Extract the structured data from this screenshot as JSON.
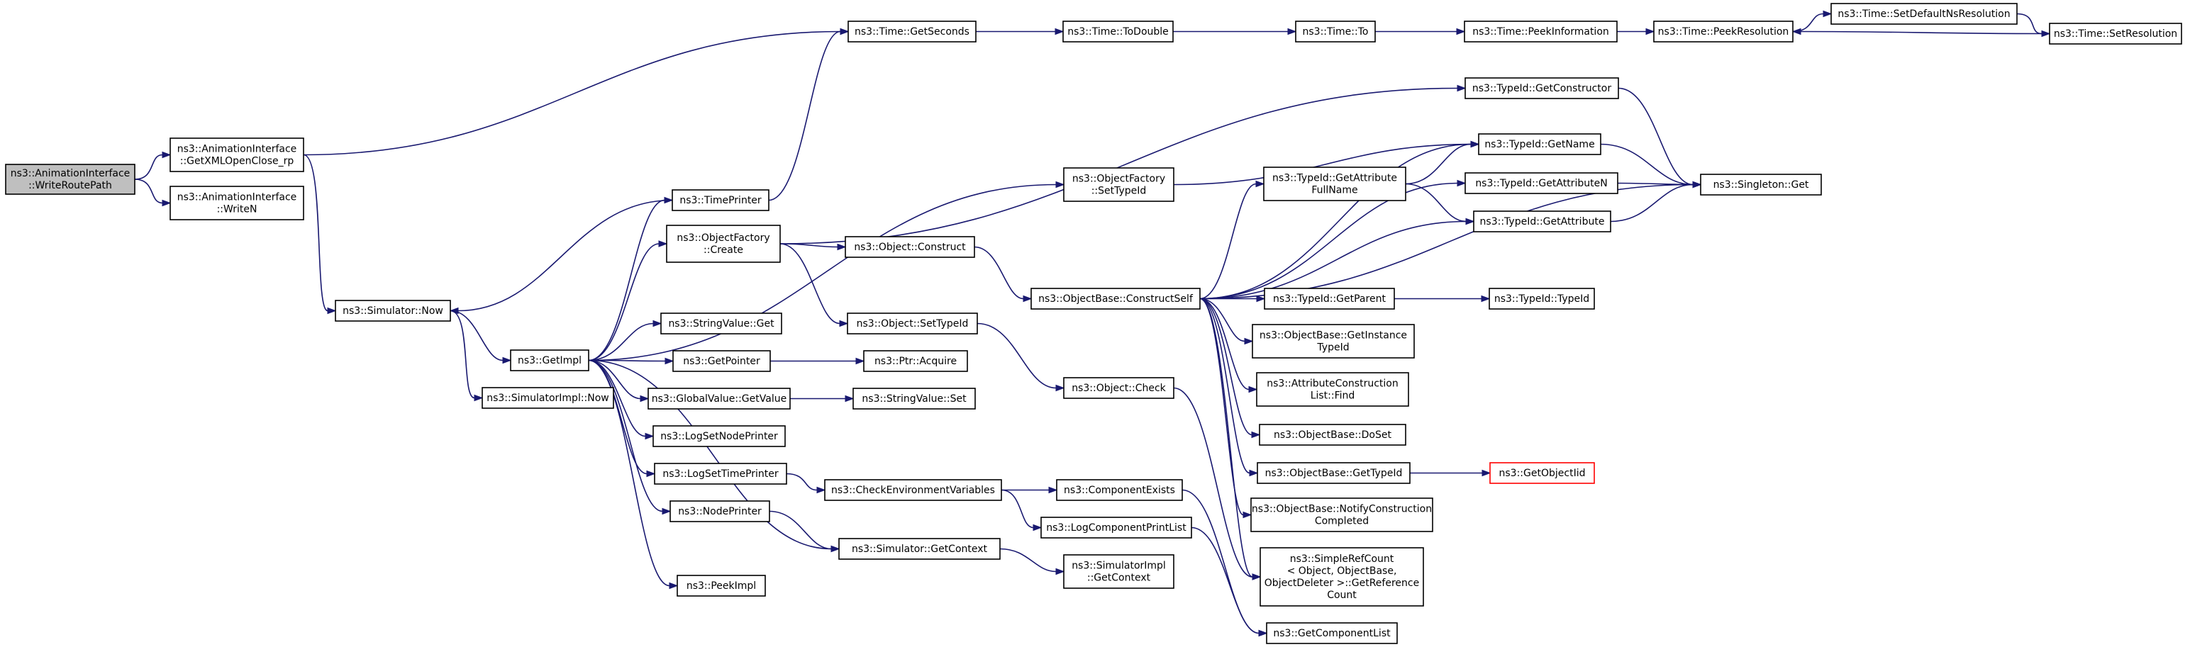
{
  "diagram": {
    "root": "n_root",
    "nodes": [
      {
        "id": "n_root",
        "lines": [
          "ns3::AnimationInterface",
          "::WriteRoutePath"
        ],
        "style": "root"
      },
      {
        "id": "n_getxml",
        "lines": [
          "ns3::AnimationInterface",
          "::GetXMLOpenClose_rp"
        ]
      },
      {
        "id": "n_writen",
        "lines": [
          "ns3::AnimationInterface",
          "::WriteN"
        ]
      },
      {
        "id": "n_simnow",
        "lines": [
          "ns3::Simulator::Now"
        ]
      },
      {
        "id": "n_getimpl",
        "lines": [
          "ns3::GetImpl"
        ]
      },
      {
        "id": "n_simimplnow",
        "lines": [
          "ns3::SimulatorImpl::Now"
        ]
      },
      {
        "id": "n_getseconds",
        "lines": [
          "ns3::Time::GetSeconds"
        ]
      },
      {
        "id": "n_timeprinter",
        "lines": [
          "ns3::TimePrinter"
        ]
      },
      {
        "id": "n_objfcreate",
        "lines": [
          "ns3::ObjectFactory",
          "::Create"
        ]
      },
      {
        "id": "n_strvalget",
        "lines": [
          "ns3::StringValue::Get"
        ]
      },
      {
        "id": "n_getpointer",
        "lines": [
          "ns3::GetPointer"
        ]
      },
      {
        "id": "n_globalget",
        "lines": [
          "ns3::GlobalValue::GetValue"
        ]
      },
      {
        "id": "n_logsetnode",
        "lines": [
          "ns3::LogSetNodePrinter"
        ]
      },
      {
        "id": "n_logsettime",
        "lines": [
          "ns3::LogSetTimePrinter"
        ]
      },
      {
        "id": "n_nodeprinter",
        "lines": [
          "ns3::NodePrinter"
        ]
      },
      {
        "id": "n_peekimpl",
        "lines": [
          "ns3::PeekImpl"
        ]
      },
      {
        "id": "n_todouble",
        "lines": [
          "ns3::Time::ToDouble"
        ]
      },
      {
        "id": "n_timeto",
        "lines": [
          "ns3::Time::To"
        ]
      },
      {
        "id": "n_peekinfo",
        "lines": [
          "ns3::Time::PeekInformation"
        ]
      },
      {
        "id": "n_peekres",
        "lines": [
          "ns3::Time::PeekResolution"
        ]
      },
      {
        "id": "n_setdefns",
        "lines": [
          "ns3::Time::SetDefaultNsResolution"
        ]
      },
      {
        "id": "n_setres",
        "lines": [
          "ns3::Time::SetResolution"
        ]
      },
      {
        "id": "n_getctor",
        "lines": [
          "ns3::TypeId::GetConstructor"
        ]
      },
      {
        "id": "n_singleton",
        "lines": [
          "ns3::Singleton::Get"
        ]
      },
      {
        "id": "n_objfsettypeid",
        "lines": [
          "ns3::ObjectFactory",
          "::SetTypeId"
        ]
      },
      {
        "id": "n_objconstruct",
        "lines": [
          "ns3::Object::Construct"
        ]
      },
      {
        "id": "n_objsettypeid",
        "lines": [
          "ns3::Object::SetTypeId"
        ]
      },
      {
        "id": "n_ptracquire",
        "lines": [
          "ns3::Ptr::Acquire"
        ]
      },
      {
        "id": "n_strvalset",
        "lines": [
          "ns3::StringValue::Set"
        ]
      },
      {
        "id": "n_objcheck",
        "lines": [
          "ns3::Object::Check"
        ]
      },
      {
        "id": "n_constructself",
        "lines": [
          "ns3::ObjectBase::ConstructSelf"
        ]
      },
      {
        "id": "n_checkenv",
        "lines": [
          "ns3::CheckEnvironmentVariables"
        ]
      },
      {
        "id": "n_simgetctx",
        "lines": [
          "ns3::Simulator::GetContext"
        ]
      },
      {
        "id": "n_compexists",
        "lines": [
          "ns3::ComponentExists"
        ]
      },
      {
        "id": "n_logcompprint",
        "lines": [
          "ns3::LogComponentPrintList"
        ]
      },
      {
        "id": "n_simimplgetctx",
        "lines": [
          "ns3::SimulatorImpl",
          "::GetContext"
        ]
      },
      {
        "id": "n_getattrfull",
        "lines": [
          "ns3::TypeId::GetAttribute",
          "FullName"
        ]
      },
      {
        "id": "n_getname",
        "lines": [
          "ns3::TypeId::GetName"
        ]
      },
      {
        "id": "n_getattrn",
        "lines": [
          "ns3::TypeId::GetAttributeN"
        ]
      },
      {
        "id": "n_getattr",
        "lines": [
          "ns3::TypeId::GetAttribute"
        ]
      },
      {
        "id": "n_getparent",
        "lines": [
          "ns3::TypeId::GetParent"
        ]
      },
      {
        "id": "n_typeid",
        "lines": [
          "ns3::TypeId::TypeId"
        ]
      },
      {
        "id": "n_getinsttid",
        "lines": [
          "ns3::ObjectBase::GetInstance",
          "TypeId"
        ]
      },
      {
        "id": "n_attrconstruct",
        "lines": [
          "ns3::AttributeConstruction",
          "List::Find"
        ]
      },
      {
        "id": "n_doset",
        "lines": [
          "ns3::ObjectBase::DoSet"
        ]
      },
      {
        "id": "n_obgettypeid",
        "lines": [
          "ns3::ObjectBase::GetTypeId"
        ]
      },
      {
        "id": "n_getobjectiid",
        "lines": [
          "ns3::GetObjectIid"
        ],
        "style": "truncated"
      },
      {
        "id": "n_notify",
        "lines": [
          "ns3::ObjectBase::NotifyConstruction",
          "Completed"
        ]
      },
      {
        "id": "n_simplerefcount",
        "lines": [
          "ns3::SimpleRefCount",
          "< Object, ObjectBase,",
          "ObjectDeleter >::GetReference",
          "Count"
        ]
      },
      {
        "id": "n_getcomplist",
        "lines": [
          "ns3::GetComponentList"
        ]
      }
    ],
    "edges": [
      [
        "n_root",
        "n_getxml"
      ],
      [
        "n_root",
        "n_writen"
      ],
      [
        "n_getxml",
        "n_getseconds"
      ],
      [
        "n_getxml",
        "n_simnow"
      ],
      [
        "n_simnow",
        "n_getimpl"
      ],
      [
        "n_simnow",
        "n_simimplnow"
      ],
      [
        "n_getimpl",
        "n_timeprinter"
      ],
      [
        "n_getimpl",
        "n_objfcreate"
      ],
      [
        "n_getimpl",
        "n_objfsettypeid"
      ],
      [
        "n_getimpl",
        "n_strvalget"
      ],
      [
        "n_getimpl",
        "n_getpointer"
      ],
      [
        "n_getimpl",
        "n_globalget"
      ],
      [
        "n_getimpl",
        "n_logsetnode"
      ],
      [
        "n_getimpl",
        "n_logsettime"
      ],
      [
        "n_getimpl",
        "n_nodeprinter"
      ],
      [
        "n_getimpl",
        "n_peekimpl"
      ],
      [
        "n_getimpl",
        "n_simgetctx"
      ],
      [
        "n_timeprinter",
        "n_simnow"
      ],
      [
        "n_timeprinter",
        "n_getseconds"
      ],
      [
        "n_getseconds",
        "n_todouble"
      ],
      [
        "n_todouble",
        "n_timeto"
      ],
      [
        "n_timeto",
        "n_peekinfo"
      ],
      [
        "n_peekinfo",
        "n_peekres"
      ],
      [
        "n_peekres",
        "n_setdefns"
      ],
      [
        "n_setdefns",
        "n_setres"
      ],
      [
        "n_setres",
        "n_peekres"
      ],
      [
        "n_objfcreate",
        "n_getctor"
      ],
      [
        "n_objfcreate",
        "n_objconstruct"
      ],
      [
        "n_objfcreate",
        "n_objsettypeid"
      ],
      [
        "n_getctor",
        "n_singleton"
      ],
      [
        "n_objfsettypeid",
        "n_getname"
      ],
      [
        "n_objconstruct",
        "n_constructself"
      ],
      [
        "n_objsettypeid",
        "n_objcheck"
      ],
      [
        "n_objcheck",
        "n_simplerefcount"
      ],
      [
        "n_getpointer",
        "n_ptracquire"
      ],
      [
        "n_globalget",
        "n_strvalset"
      ],
      [
        "n_logsettime",
        "n_checkenv"
      ],
      [
        "n_checkenv",
        "n_compexists"
      ],
      [
        "n_checkenv",
        "n_logcompprint"
      ],
      [
        "n_nodeprinter",
        "n_simgetctx"
      ],
      [
        "n_simgetctx",
        "n_simimplgetctx"
      ],
      [
        "n_compexists",
        "n_getcomplist"
      ],
      [
        "n_logcompprint",
        "n_getcomplist"
      ],
      [
        "n_constructself",
        "n_getattrfull"
      ],
      [
        "n_constructself",
        "n_getname"
      ],
      [
        "n_constructself",
        "n_getattrn"
      ],
      [
        "n_constructself",
        "n_getattr"
      ],
      [
        "n_constructself",
        "n_singleton"
      ],
      [
        "n_constructself",
        "n_getparent"
      ],
      [
        "n_constructself",
        "n_getinsttid"
      ],
      [
        "n_constructself",
        "n_attrconstruct"
      ],
      [
        "n_constructself",
        "n_doset"
      ],
      [
        "n_constructself",
        "n_obgettypeid"
      ],
      [
        "n_constructself",
        "n_notify"
      ],
      [
        "n_constructself",
        "n_simplerefcount"
      ],
      [
        "n_getattrfull",
        "n_getname"
      ],
      [
        "n_getattrfull",
        "n_getattr"
      ],
      [
        "n_getname",
        "n_singleton"
      ],
      [
        "n_getattrn",
        "n_singleton"
      ],
      [
        "n_getattr",
        "n_singleton"
      ],
      [
        "n_getparent",
        "n_typeid"
      ],
      [
        "n_obgettypeid",
        "n_getobjectiid"
      ]
    ]
  },
  "colors": {
    "edge": "#191970",
    "node_border": "#000000",
    "root_fill": "#bfbfbf",
    "truncated_border": "#ff0000",
    "background": "#ffffff"
  }
}
